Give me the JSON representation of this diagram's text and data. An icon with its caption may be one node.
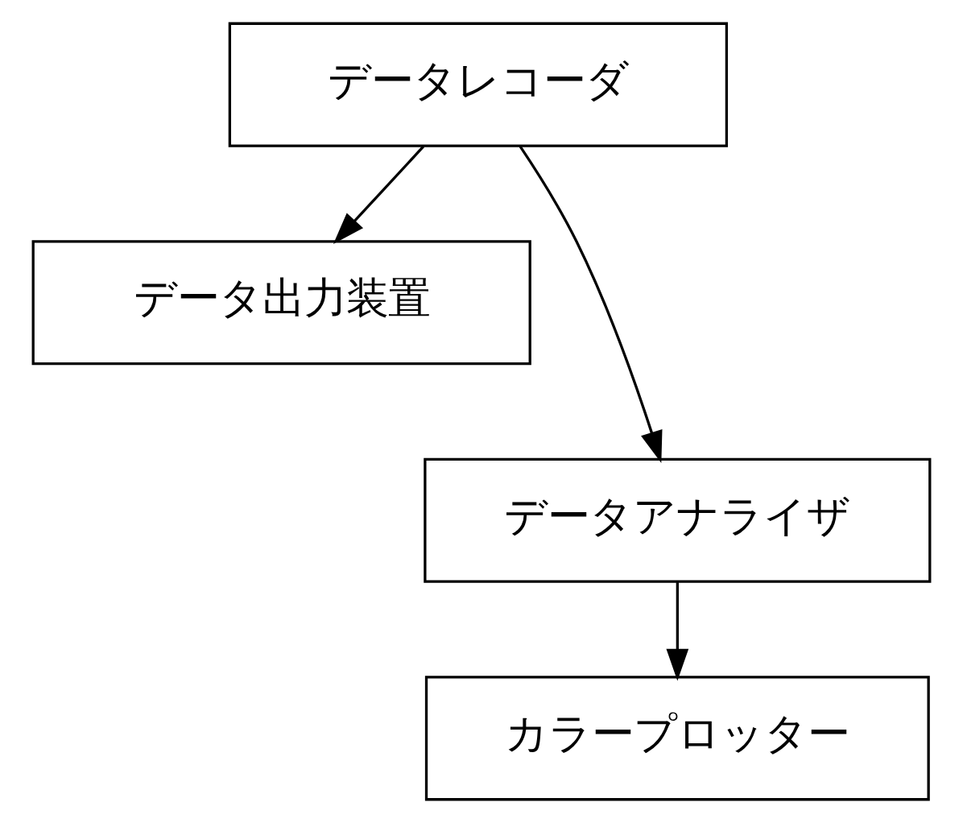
{
  "diagram": {
    "nodes": [
      {
        "text": [
          "データレコーダ"
        ]
      },
      {
        "text": [
          "データ出力装置"
        ]
      },
      {
        "text": [
          "データアナライザ"
        ]
      },
      {
        "text": [
          "カラープロッター"
        ]
      }
    ],
    "edges": [
      {
        "from": 0,
        "to": 1,
        "arrow": "to"
      },
      {
        "from": 0,
        "to": 2,
        "arrow": "to"
      },
      {
        "from": 2,
        "to": 3,
        "arrow": "to"
      }
    ]
  }
}
